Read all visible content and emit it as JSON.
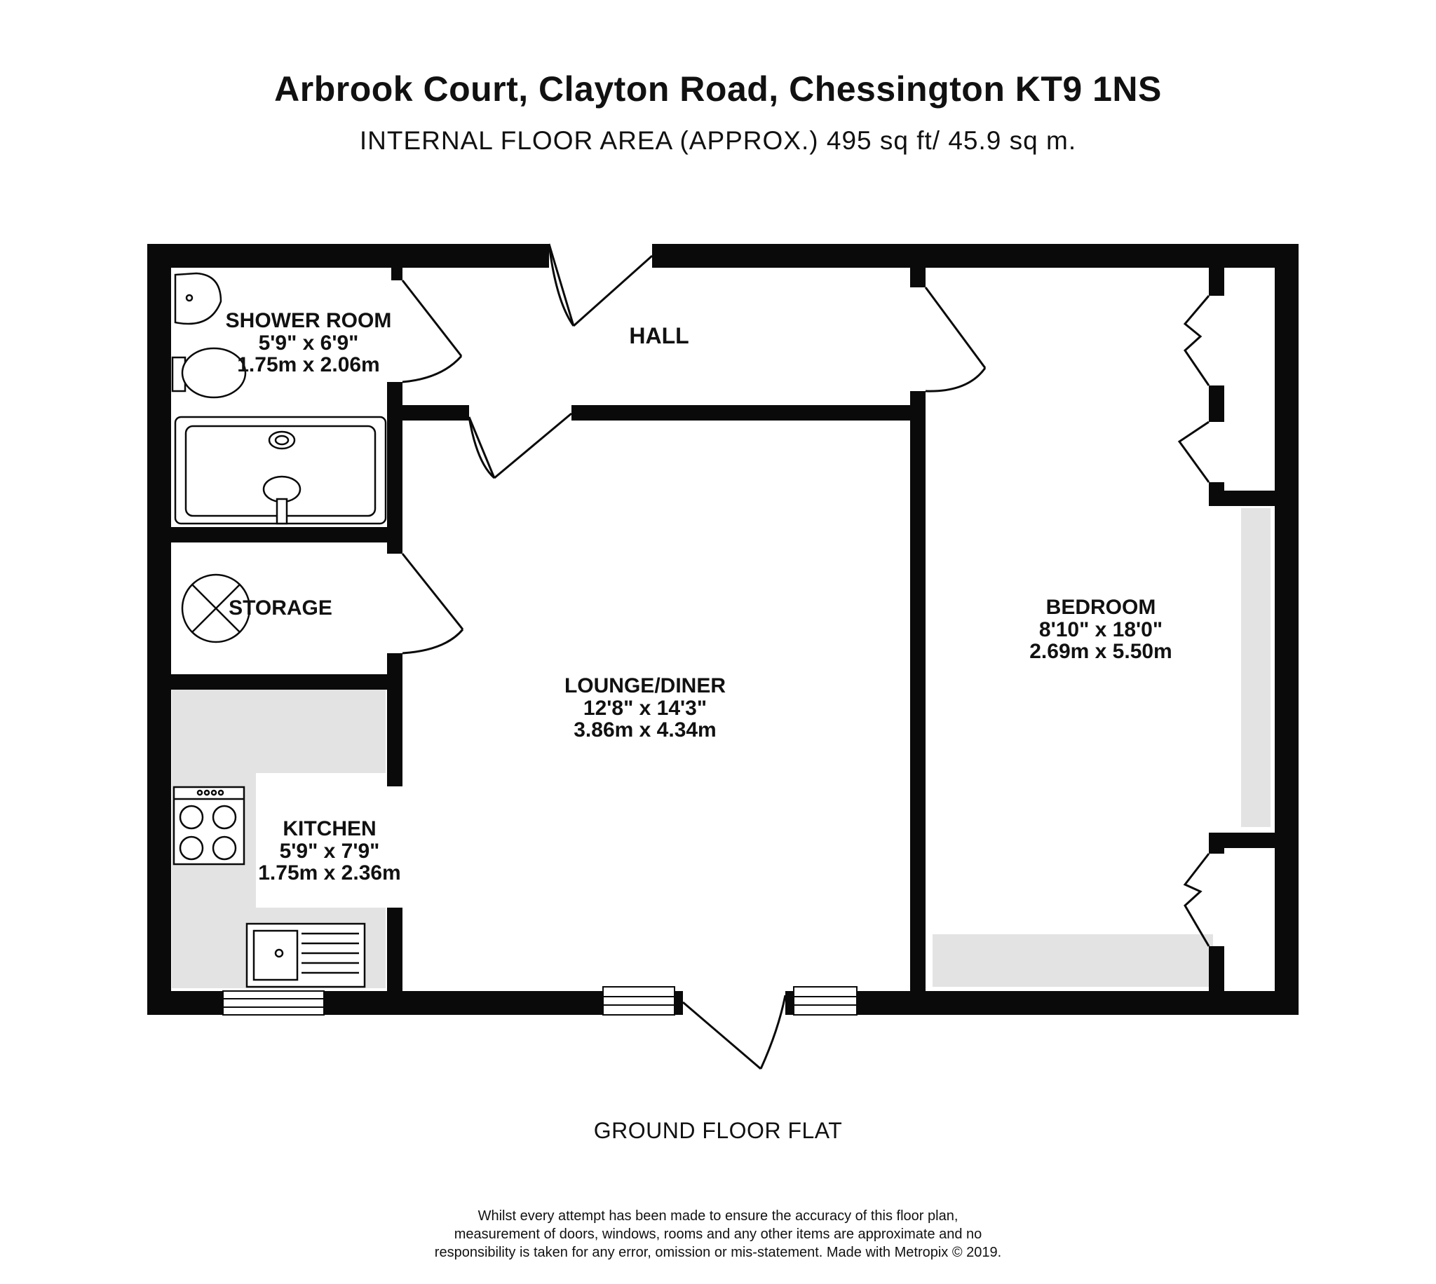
{
  "header": {
    "title": "Arbrook Court, Clayton Road, Chessington KT9 1NS",
    "subtitle": "INTERNAL FLOOR AREA (APPROX.) 495 sq ft/ 45.9 sq m."
  },
  "rooms": {
    "shower": {
      "name": "SHOWER ROOM",
      "imperial": "5'9\"  x 6'9\"",
      "metric": "1.75m  x 2.06m"
    },
    "hall": {
      "name": "HALL"
    },
    "storage": {
      "name": "STORAGE"
    },
    "lounge": {
      "name": "LOUNGE/DINER",
      "imperial": "12'8\"  x 14'3\"",
      "metric": "3.86m  x 4.34m"
    },
    "bedroom": {
      "name": "BEDROOM",
      "imperial": "8'10\"  x 18'0\"",
      "metric": "2.69m  x 5.50m"
    },
    "kitchen": {
      "name": "KITCHEN",
      "imperial": "5'9\"  x 7'9\"",
      "metric": "1.75m  x 2.36m"
    }
  },
  "floor_label": "GROUND FLOOR FLAT",
  "disclaimer": [
    "Whilst every attempt has been made to ensure the accuracy of this floor plan,",
    "measurement of doors, windows, rooms and any other items are approximate and no",
    "responsibility is taken for any error, omission or mis-statement. Made with Metropix © 2019."
  ],
  "colors": {
    "wall": "#0a0a0a",
    "worktop": "#e3e3e3",
    "paper": "#ffffff"
  }
}
